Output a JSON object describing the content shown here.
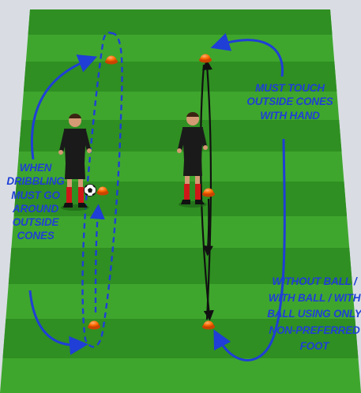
{
  "annotations": {
    "left": [
      "WHEN",
      "DRIBBLING",
      "MUST GO",
      "AROUND",
      "OUTSIDE",
      "CONES"
    ],
    "top_right": [
      "MUST TOUCH",
      "OUTSIDE CONES",
      "WITH HAND"
    ],
    "bottom_right": [
      "WITHOUT BALL /",
      "WITH BALL / WITH",
      "BALL USING ONLY",
      "NON-PREFERRED",
      "FOOT"
    ]
  },
  "colors": {
    "pitch_light": "#3fa62d",
    "pitch_dark": "#2f8f22",
    "arrow": "#1f3fd6",
    "cone": "#ff6a00",
    "arrow_black": "#111111",
    "shirt": "#1a1a1a",
    "socks": "#d01818"
  },
  "icons": [
    "player-icon",
    "soccer-ball-icon",
    "cone-icon"
  ]
}
